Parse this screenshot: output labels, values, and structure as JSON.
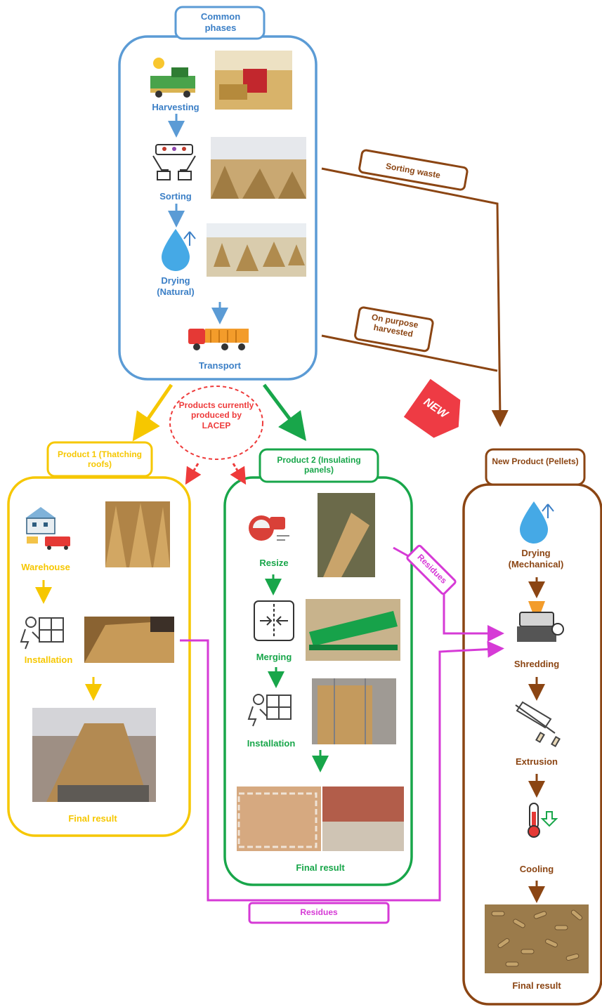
{
  "common": {
    "title": "Common phases",
    "harvesting": "Harvesting",
    "sorting": "Sorting",
    "drying_natural": "Drying (Natural)",
    "transport": "Transport"
  },
  "products_note": "Products currently produced by LACEP",
  "sorting_waste": "Sorting waste",
  "on_purpose": "On purpose harvested",
  "new_badge": "NEW",
  "product1": {
    "title": "Product 1 (Thatching roofs)",
    "warehouse": "Warehouse",
    "installation": "Installation",
    "final": "Final result"
  },
  "product2": {
    "title": "Product 2 (Insulating panels)",
    "resize": "Resize",
    "merging": "Merging",
    "installation": "Installation",
    "final": "Final result"
  },
  "new_product": {
    "title": "New Product (Pellets)",
    "drying_mech": "Drying (Mechanical)",
    "shredding": "Shredding",
    "extrusion": "Extrusion",
    "cooling": "Cooling",
    "final": "Final result"
  },
  "residues_diag": "Residues",
  "residues_bottom": "Residues",
  "colors": {
    "blue": "#3b7fc6",
    "yellow": "#f6c700",
    "green": "#18a64a",
    "brown": "#8b4513",
    "red": "#ee3b3b",
    "magenta": "#d63ad6"
  }
}
